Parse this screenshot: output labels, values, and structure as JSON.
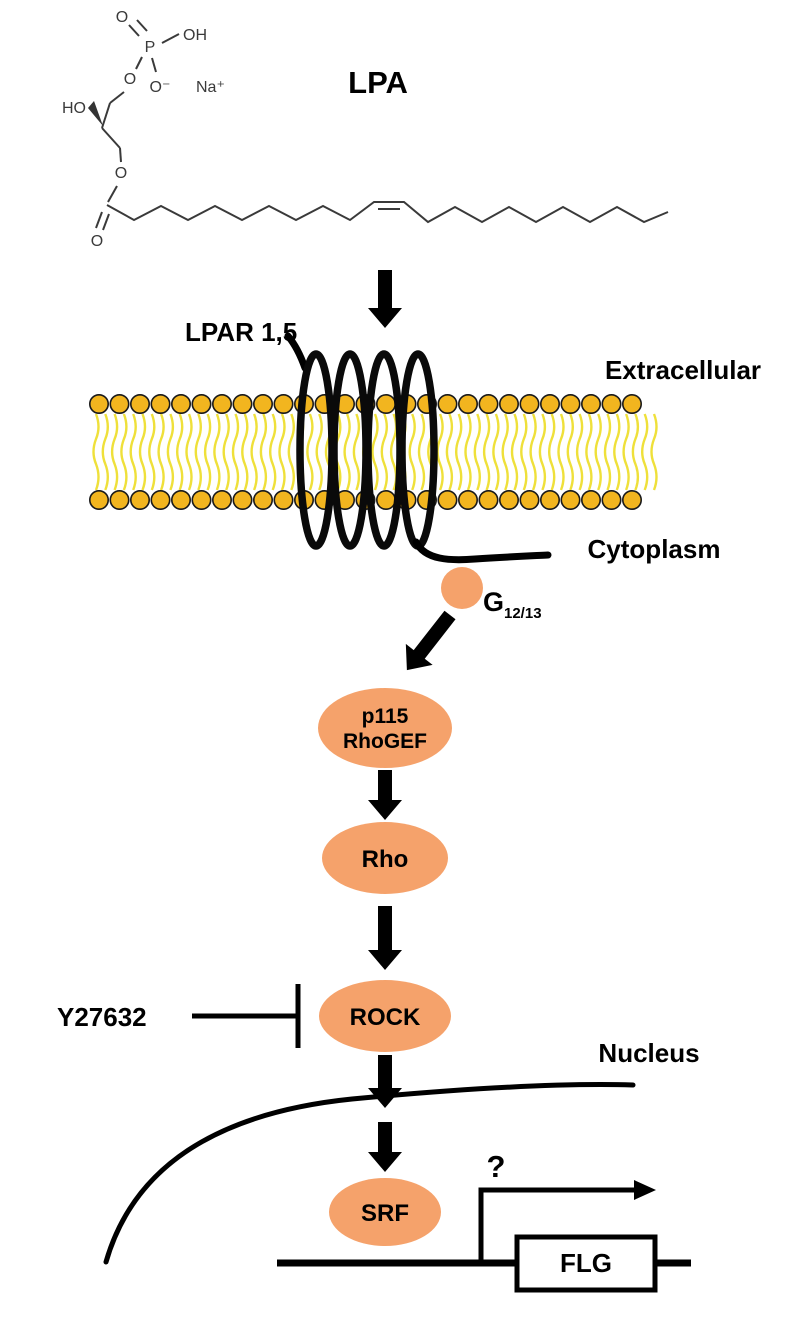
{
  "diagram": {
    "molecule": {
      "name": "LPA",
      "atoms": {
        "o_phosphate_dbl": "O",
        "p": "P",
        "oh": "OH",
        "o_link": "O",
        "o_minus": "O⁻",
        "na_plus": "Na⁺",
        "ho": "HO",
        "o_ester": "O",
        "o_carbonyl": "O"
      }
    },
    "membrane": {
      "receptor_label": "LPAR 1,5",
      "extracellular_label": "Extracellular",
      "cytoplasm_label": "Cytoplasm"
    },
    "g_protein": {
      "symbol": "G",
      "subscript": "12/13"
    },
    "nodes": {
      "p115_line1": "p115",
      "p115_line2": "RhoGEF",
      "rho": "Rho",
      "rock": "ROCK",
      "srf": "SRF"
    },
    "inhibitor": {
      "label": "Y27632"
    },
    "nucleus": {
      "label": "Nucleus",
      "question_mark": "?",
      "gene_label": "FLG"
    },
    "colors": {
      "node_fill": "#F5A26B",
      "lipid_head": "#F2B51F",
      "lipid_tail": "#EFE03A",
      "line": "#000000"
    }
  }
}
